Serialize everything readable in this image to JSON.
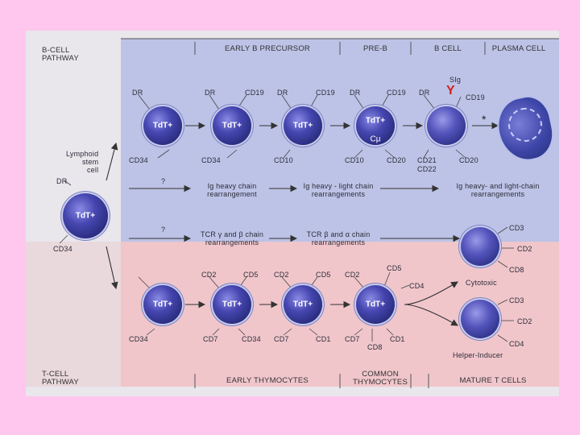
{
  "headers": {
    "bcell_pathway": [
      "B-CELL",
      "PATHWAY"
    ],
    "tcell_pathway": [
      "T-CELL",
      "PATHWAY"
    ],
    "early_b_precursor": "EARLY B PRECURSOR",
    "pre_b": "PRE-B",
    "b_cell": "B CELL",
    "plasma_cell": "PLASMA CELL",
    "early_thymocytes": "EARLY THYMOCYTES",
    "common_thymocytes": [
      "COMMON",
      "THYMOCYTES"
    ],
    "mature_t_cells": "MATURE T CELLS"
  },
  "cells": {
    "tdt": "TdT+",
    "cmu": "Cμ"
  },
  "stem": {
    "label": [
      "Lymphoid",
      "stem",
      "cell"
    ],
    "dr": "DR",
    "cd34": "CD34"
  },
  "b_markers": {
    "dr": "DR",
    "cd19": "CD19",
    "cd34": "CD34",
    "cd10": "CD10",
    "cd20": "CD20",
    "cd21": "CD21",
    "cd22": "CD22",
    "sig": "SIg"
  },
  "b_rearrangements": {
    "q": "?",
    "heavy": [
      "Ig heavy chain",
      "rearrangement"
    ],
    "heavy_light": [
      "Ig heavy - light chain",
      "rearrangements"
    ],
    "heavy_and_light": [
      "Ig heavy- and light-chain",
      "rearrangements"
    ],
    "star": "*"
  },
  "t_rearrangements": {
    "q": "?",
    "gamma_beta": [
      "TCR γ and β chain",
      "rearrangements"
    ],
    "beta_alpha": [
      "TCR β and α chain",
      "rearrangements"
    ]
  },
  "t_markers": {
    "cd2": "CD2",
    "cd5": "CD5",
    "cd34": "CD34",
    "cd7": "CD7",
    "cd1": "CD1",
    "cd4": "CD4",
    "cd8": "CD8",
    "cd3": "CD3"
  },
  "mature_labels": {
    "cytotoxic": "Cytotoxic",
    "helper": "Helper-Inducer"
  }
}
